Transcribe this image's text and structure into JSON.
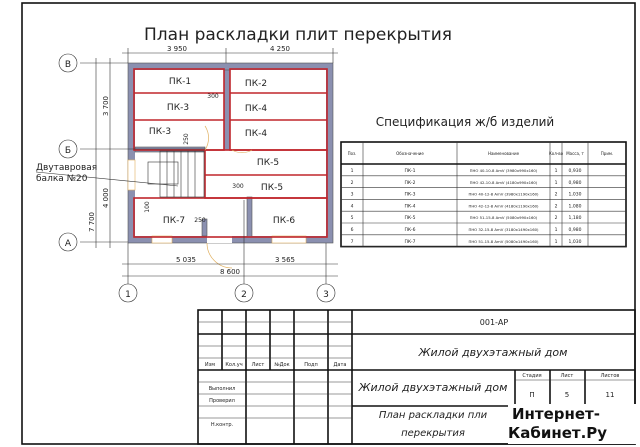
{
  "drawing": {
    "title": "План раскладки плит перекрытия",
    "axes": {
      "rows": [
        "В",
        "Б",
        "А"
      ],
      "cols": [
        "1",
        "2",
        "3"
      ]
    },
    "dimensions": {
      "top": [
        "3 950",
        "4 250"
      ],
      "bottom": [
        "5 035",
        "3 565"
      ],
      "bottom_total": "8 600",
      "left": [
        "3 700",
        "4 000"
      ],
      "left_total": "7 700",
      "notes": [
        "300",
        "250",
        "300",
        "100",
        "250"
      ]
    },
    "beam_label": [
      "Двутавровая",
      "балка №20"
    ],
    "slabs": [
      "ПК-1",
      "ПК-3",
      "ПК-3",
      "ПК-2",
      "ПК-4",
      "ПК-4",
      "ПК-5",
      "ПК-5",
      "ПК-7",
      "ПК-6"
    ],
    "colors": {
      "walls": "#8b90b0",
      "slab_lines": "#c0262c"
    }
  },
  "spec": {
    "title": "Спецификация ж/б изделий",
    "headers": [
      "Поз.",
      "Обозначение",
      "Наименование",
      "Кол-во",
      "Масса, т",
      "Прим."
    ],
    "rows": [
      [
        "1",
        "ПК-1",
        "ПНО 40-10-8 AmV (3980х990х160)",
        "1",
        "0,930",
        ""
      ],
      [
        "2",
        "ПК-2",
        "ПНО 42-10-8 AmV (4180х990х160)",
        "1",
        "0,980",
        ""
      ],
      [
        "3",
        "ПК-3",
        "ПНО 40-12-8 AmV (3980х1190х160)",
        "2",
        "1,030",
        ""
      ],
      [
        "4",
        "ПК-4",
        "ПНО 42-12-8 AmV (4180х1190х160)",
        "2",
        "1,080",
        ""
      ],
      [
        "5",
        "ПК-5",
        "ПНО 51-15-8 AmV (5080х990х160)",
        "2",
        "1,180",
        ""
      ],
      [
        "6",
        "ПК-6",
        "ПНО 32-15-8 AmV (3180х1490х160)",
        "1",
        "0,980",
        ""
      ],
      [
        "7",
        "ПК-7",
        "ПНО 51-15-8 AmV (5080х1490х160)",
        "1",
        "1,030",
        ""
      ]
    ]
  },
  "title_block": {
    "code": "001-АР",
    "project": "Жилой двухэтажный дом",
    "building": "Жилой двухэтажный дом",
    "sheet_title": [
      "План раскладки пли",
      "перекрытия"
    ],
    "col_headers": [
      "Изм",
      "Кол.уч",
      "Лист",
      "№Док",
      "Подп",
      "Дата"
    ],
    "roles": [
      "Выполнил",
      "Проверил",
      "Н.контр."
    ],
    "stage_headers": [
      "Стадия",
      "Лист",
      "Листов"
    ],
    "stage_values": [
      "П",
      "5",
      "11"
    ]
  },
  "watermark": [
    "Интернет-",
    "Кабинет.Ру"
  ]
}
